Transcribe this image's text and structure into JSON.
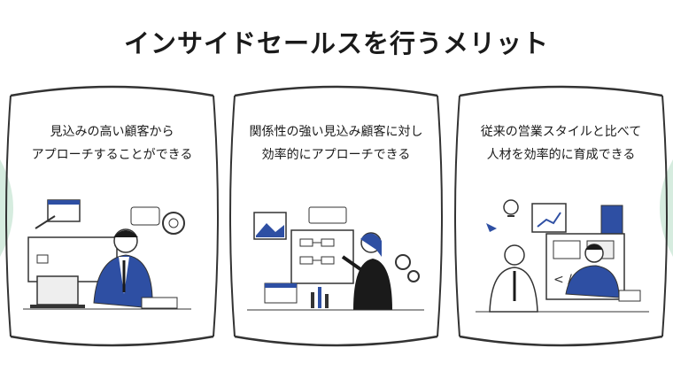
{
  "title": "インサイドセールスを行うメリット",
  "cards": [
    {
      "lines": [
        "見込みの高い顧客から",
        "アプローチすることができる"
      ],
      "illustration": "man-on-phone-icon"
    },
    {
      "lines": [
        "関係性の強い見込み顧客に対し",
        "効率的にアプローチできる"
      ],
      "illustration": "woman-presenting-flowchart-icon"
    },
    {
      "lines": [
        "従来の営業スタイルと比べて",
        "人材を効率的に育成できる"
      ],
      "illustration": "two-men-discussing-icon"
    }
  ],
  "colors": {
    "accent_blue": "#2e4fa3",
    "mint": "#d6ecdf",
    "line": "#333333"
  }
}
